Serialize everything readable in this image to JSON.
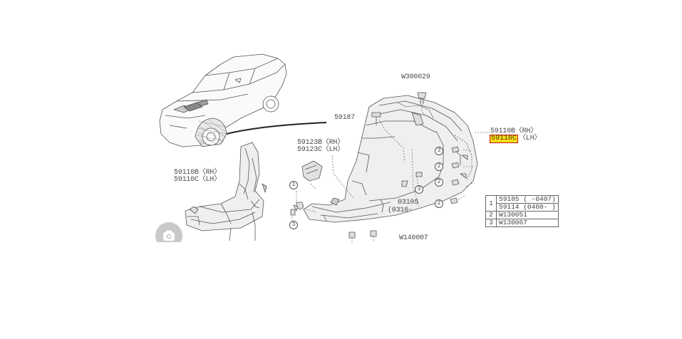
{
  "labels": {
    "w300029": "W300029",
    "p59187": "59187",
    "p59110b_rh_top": "59110B〈RH〉",
    "p59110c_top": "59110C",
    "lh_top": "〈LH〉",
    "p59123b": "59123B〈RH〉",
    "p59123c": "59123C〈LH〉",
    "p59110b_left": "59110B〈RH〉",
    "p59110c_left": "59110C〈LH〉",
    "p0310s": "0310S",
    "p0310_range": "(0310-",
    "w140007": "W140007"
  },
  "callouts": {
    "c1": "1",
    "c2": "2",
    "c3": "3"
  },
  "parts_table": [
    {
      "idx": "1",
      "part": "59185",
      "range": "(     -0407)"
    },
    {
      "idx": "",
      "part": "59114",
      "range": "(0408-     )"
    },
    {
      "idx": "2",
      "part": "W130051",
      "range": ""
    },
    {
      "idx": "3",
      "part": "W130067",
      "range": ""
    }
  ],
  "highlight_color": "#f6dc1a",
  "icons": [
    "camera-icon"
  ]
}
